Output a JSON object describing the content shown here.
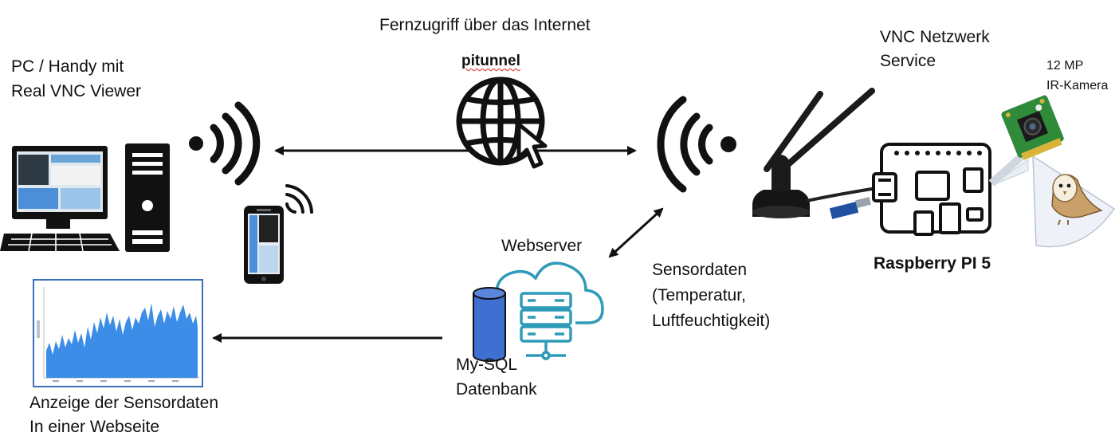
{
  "labels": {
    "pc_line1": "PC / Handy mit",
    "pc_line2": "Real VNC Viewer",
    "remote_access": "Fernzugriff über das Internet",
    "pitunnel": "pitunnel",
    "vnc_line1": "VNC Netzwerk",
    "vnc_line2": "Service",
    "camera_line1": "12 MP",
    "camera_line2": "IR-Kamera",
    "webserver": "Webserver",
    "sensor_line1": "Sensordaten",
    "sensor_line2": "(Temperatur,",
    "sensor_line3": "Luftfeuchtigkeit)",
    "raspberry": "Raspberry PI 5",
    "db_line1": "My-SQL",
    "db_line2": "Datenbank",
    "display_line1": "Anzeige der Sensordaten",
    "display_line2": "In einer Webseite"
  },
  "icons": {
    "desktop": "desktop-computer-icon",
    "phone": "smartphone-icon",
    "globe": "globe-cursor-icon",
    "antenna": "wifi-antenna-icon",
    "board": "raspberry-pi-board-icon",
    "camera": "camera-module-icon",
    "owl": "owl-icon",
    "cloud": "cloud-server-icon",
    "database": "database-cylinder-icon",
    "chart": "sensor-chart-thumbnail"
  },
  "colors": {
    "cloud_stroke": "#2e9bb8",
    "database_fill": "#3f6fd1",
    "chart_fill": "#3b8de8",
    "camera_board": "#2f8a3a",
    "fov_fill": "#e6ecf5"
  }
}
